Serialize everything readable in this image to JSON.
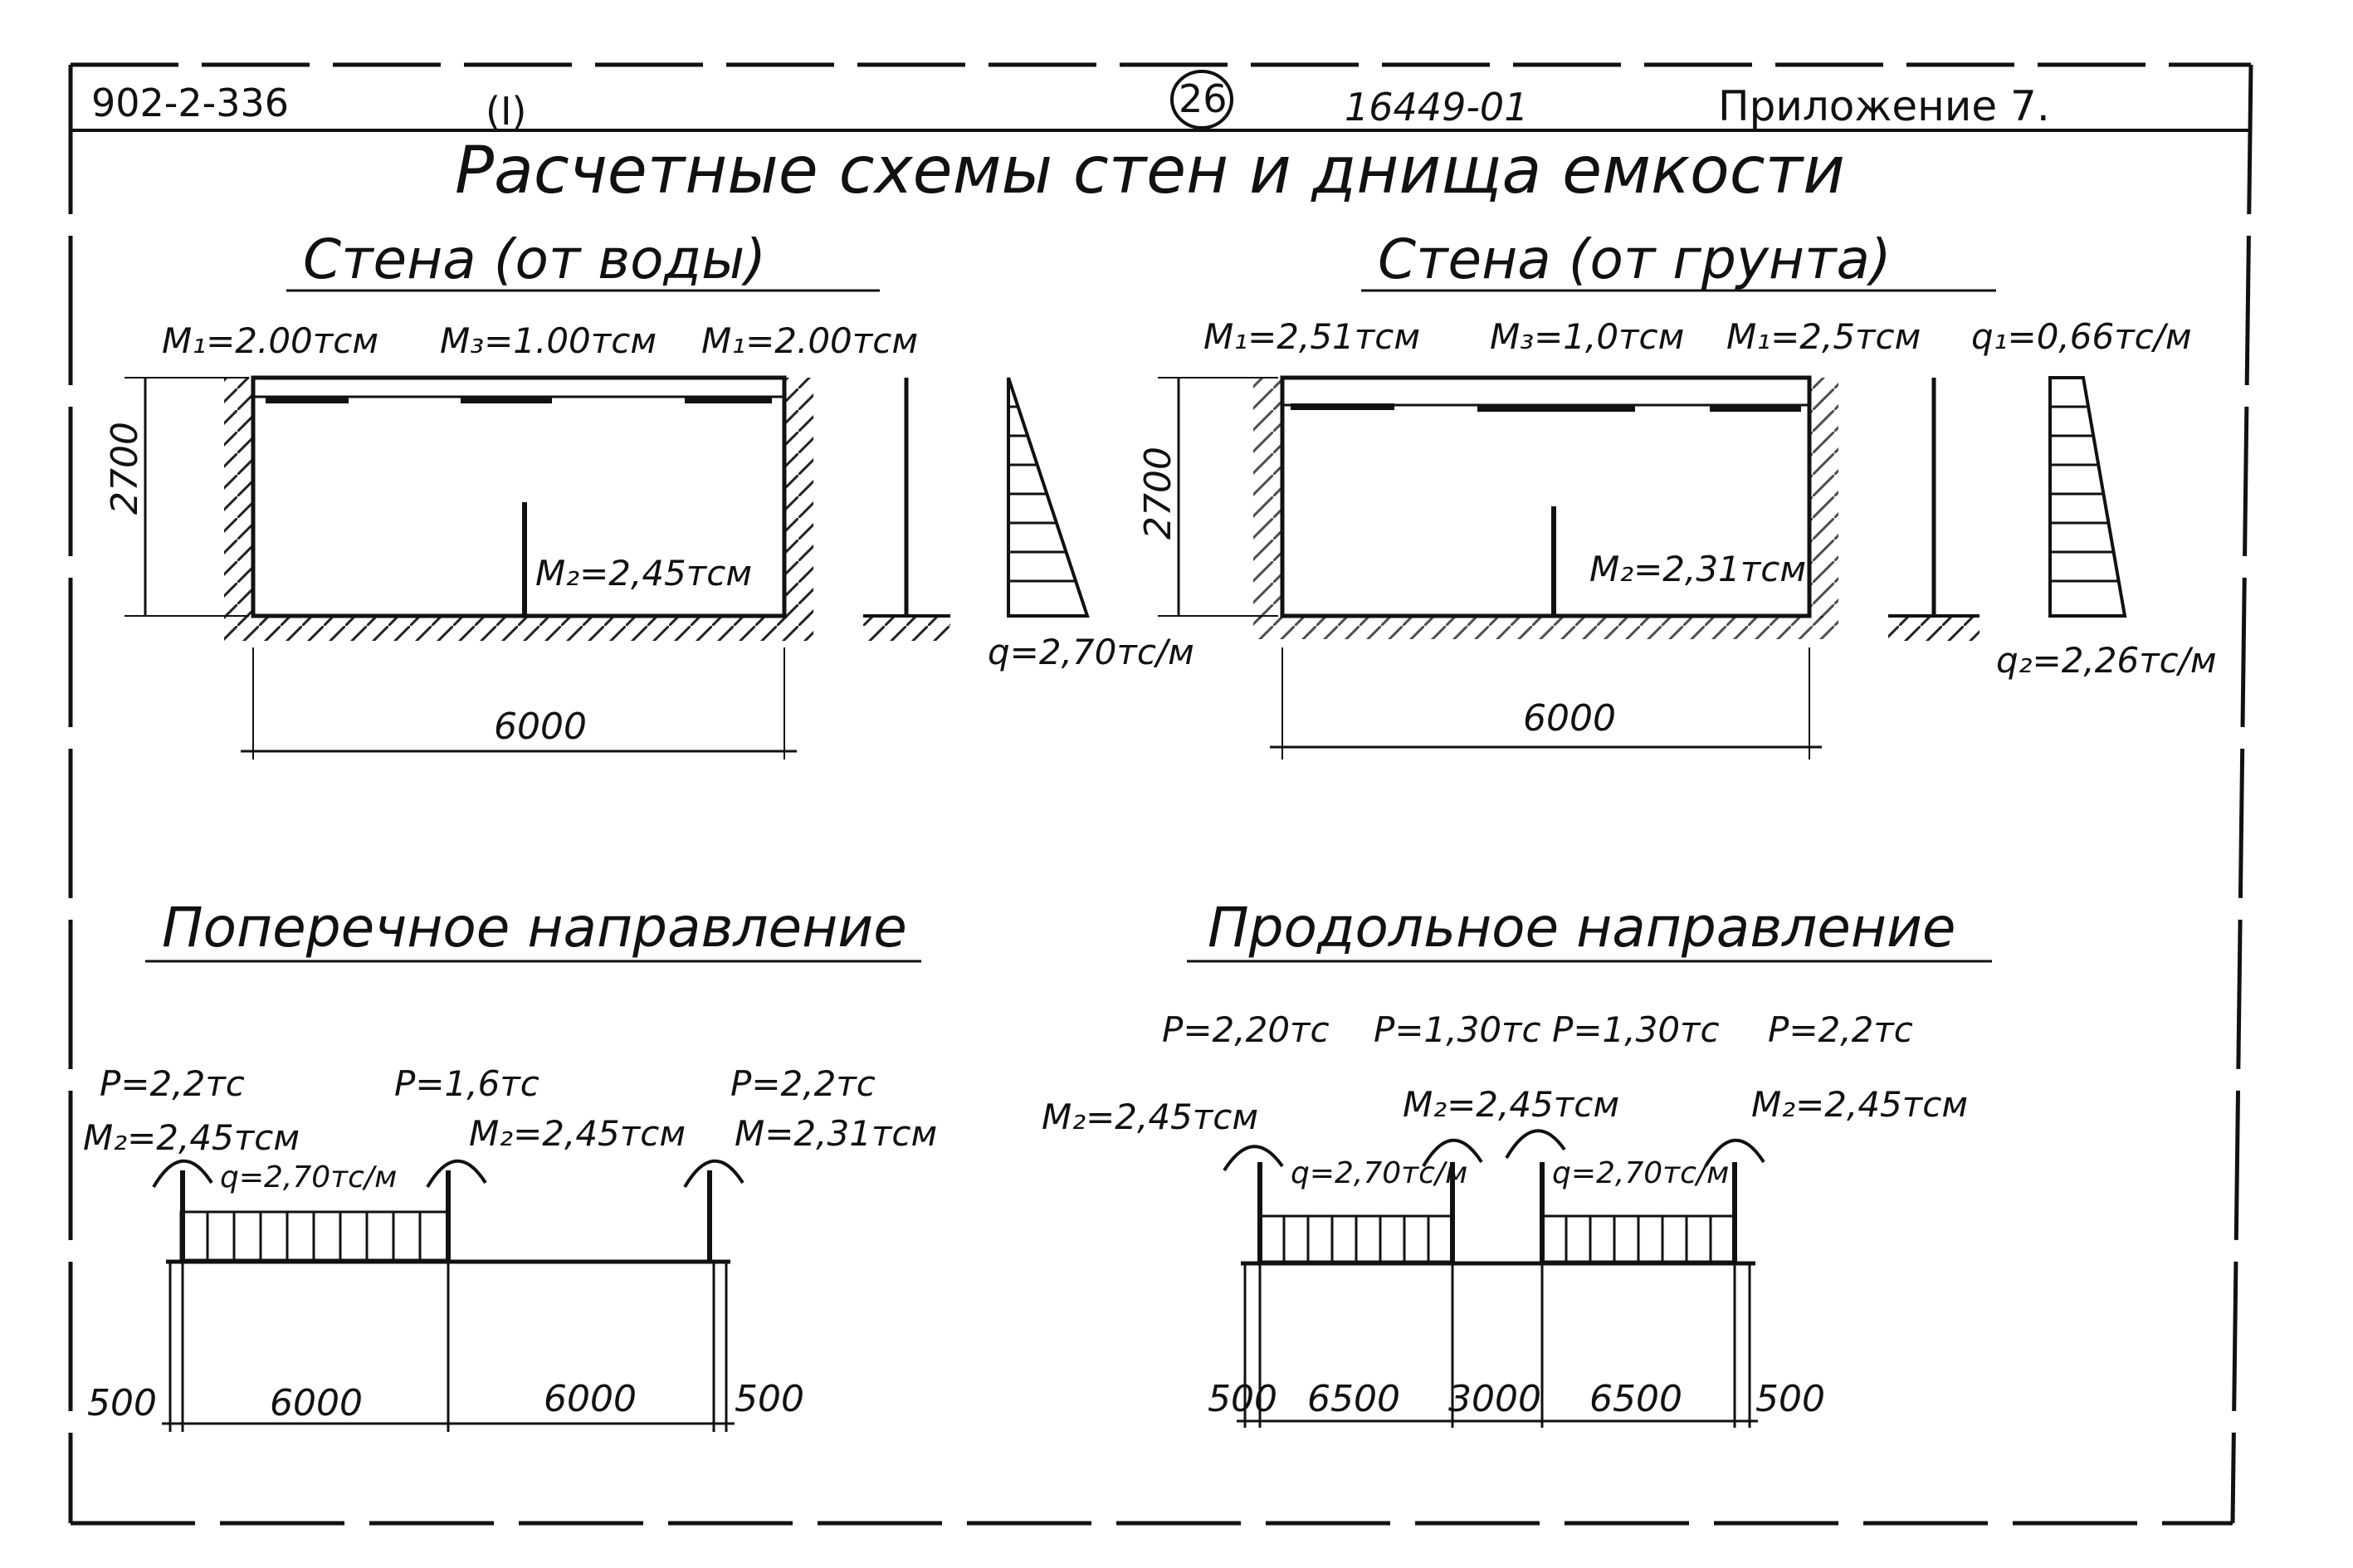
{
  "header": {
    "doc_code": "902-2-336",
    "part": "(I)",
    "sheet_no": "26",
    "album": "16449-01",
    "appendix": "Приложение 7."
  },
  "title": "Расчетные схемы стен и днища емкости",
  "wall_water": {
    "title": "Стена (от воды)",
    "m1_left": "M₁=2.00тсм",
    "m3": "M₃=1.00тсм",
    "m1_right": "M₁=2.00тсм",
    "m2": "M₂=2,45тсм",
    "height": "2700",
    "span": "6000",
    "q": "q=2,70тс/м"
  },
  "wall_soil": {
    "title": "Стена (от грунта)",
    "m1_left": "M₁=2,51тсм",
    "m3": "M₃=1,0тсм",
    "m1_right": "M₁=2,5тсм",
    "q1": "q₁=0,66тс/м",
    "m2": "M₂=2,31тсм",
    "height": "2700",
    "span": "6000",
    "q2": "q₂=2,26тс/м"
  },
  "transverse": {
    "title": "Поперечное направление",
    "p_left": "P=2,2тс",
    "p_mid": "P=1,6тс",
    "p_right": "P=2,2тс",
    "m_left": "M₂=2,45тсм",
    "m_mid": "M₂=2,45тсм",
    "m_right": "M=2,31тсм",
    "q": "q=2,70тс/м",
    "dims": [
      "500",
      "6000",
      "6000",
      "500"
    ]
  },
  "longitudinal": {
    "title": "Продольное направление",
    "p1": "P=2,20тс",
    "p2": "P=1,30тс",
    "p3": "P=1,30тс",
    "p4": "P=2,2тс",
    "m_left": "M₂=2,45тсм",
    "m_mid": "M₂=2,45тсм",
    "m_right": "M₂=2,45тсм",
    "q_left": "q=2,70тс/м",
    "q_right": "q=2,70тс/м",
    "dims": [
      "500",
      "6500",
      "3000",
      "6500",
      "500"
    ]
  }
}
